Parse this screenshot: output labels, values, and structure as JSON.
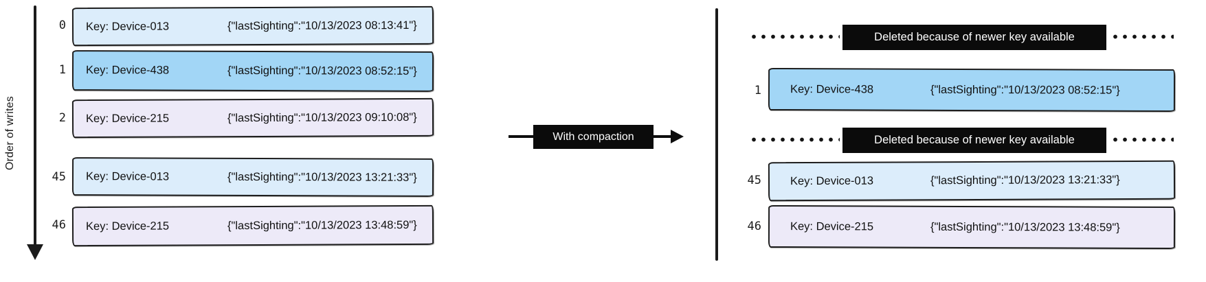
{
  "colors": {
    "light_blue": "#dcedfb",
    "medium_blue": "#a2d6f6",
    "lavender": "#edeaf8",
    "label_black": "#0b0b0b"
  },
  "left": {
    "axis_label": "Order of writes",
    "records": [
      {
        "index": "0",
        "key": "Key: Device-013",
        "value": "{\"lastSighting\":\"10/13/2023 08:13:41\"}",
        "fill": "#dcedfb"
      },
      {
        "index": "1",
        "key": "Key: Device-438",
        "value": "{\"lastSighting\":\"10/13/2023 08:52:15\"}",
        "fill": "#a2d6f6"
      },
      {
        "index": "2",
        "key": "Key: Device-215",
        "value": "{\"lastSighting\":\"10/13/2023 09:10:08\"}",
        "fill": "#edeaf8"
      },
      {
        "index": "45",
        "key": "Key: Device-013",
        "value": "{\"lastSighting\":\"10/13/2023 13:21:33\"}",
        "fill": "#dcedfb"
      },
      {
        "index": "46",
        "key": "Key: Device-215",
        "value": "{\"lastSighting\":\"10/13/2023 13:48:59\"}",
        "fill": "#edeaf8"
      }
    ]
  },
  "transform_arrow": {
    "label": "With compaction"
  },
  "right": {
    "deleted_label": "Deleted because of newer key available",
    "records": [
      {
        "index": "1",
        "key": "Key: Device-438",
        "value": "{\"lastSighting\":\"10/13/2023 08:52:15\"}",
        "fill": "#a2d6f6"
      },
      {
        "index": "45",
        "key": "Key: Device-013",
        "value": "{\"lastSighting\":\"10/13/2023 13:21:33\"}",
        "fill": "#dcedfb"
      },
      {
        "index": "46",
        "key": "Key: Device-215",
        "value": "{\"lastSighting\":\"10/13/2023 13:48:59\"}",
        "fill": "#edeaf8"
      }
    ]
  }
}
